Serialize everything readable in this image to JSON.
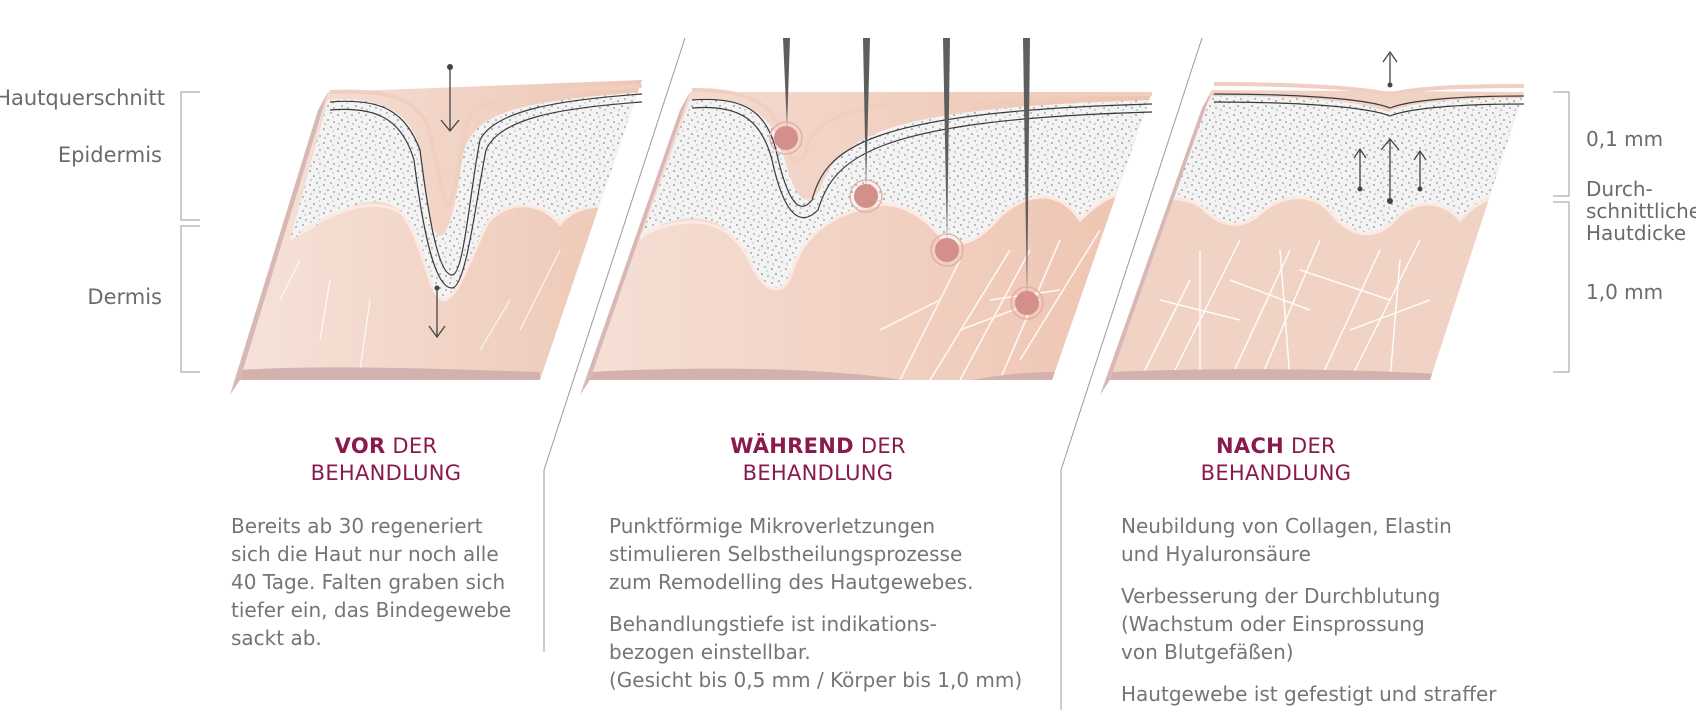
{
  "left_labels": {
    "cross_section": "Hautquerschnitt",
    "epidermis": "Epidermis",
    "dermis": "Dermis"
  },
  "right_labels": {
    "epidermis_thickness": "0,1 mm",
    "average_thickness": "Durch-\nschnittliche\nHautdicke",
    "dermis_thickness": "1,0 mm"
  },
  "stages": [
    {
      "title_bold": "VOR",
      "title_rest": " DER",
      "title_line2": "BEHANDLUNG",
      "paragraphs": [
        "Bereits ab 30 regeneriert\nsich die Haut nur noch alle\n40 Tage. Falten graben sich\ntiefer ein, das Bindegewebe\nsackt ab."
      ]
    },
    {
      "title_bold": "WÄHREND",
      "title_rest": " DER",
      "title_line2": "BEHANDLUNG",
      "paragraphs": [
        "Punktförmige Mikroverletzungen\nstimulieren Selbstheilungsprozesse\nzum Remodelling des Hautgewebes.",
        "Behandlungstiefe ist indikations-\nbezogen einstellbar.\n(Gesicht bis 0,5 mm / Körper bis 1,0 mm)"
      ]
    },
    {
      "title_bold": "NACH",
      "title_rest": " DER",
      "title_line2": "BEHANDLUNG",
      "paragraphs": [
        "Neubildung von Collagen, Elastin\nund Hyaluronsäure",
        "Verbesserung der Durchblutung\n(Wachstum oder Einsprossung\nvon Blutgefäßen)",
        "Hautgewebe ist gefestigt und straffer"
      ]
    }
  ],
  "colors": {
    "title": "#8a1a4c",
    "skin_surface": "#f0cfc0",
    "dermis": "#f1d3c6",
    "base": "#d2b1ae",
    "needle": "#5e5e5e",
    "puncture": "#d48f8a"
  }
}
